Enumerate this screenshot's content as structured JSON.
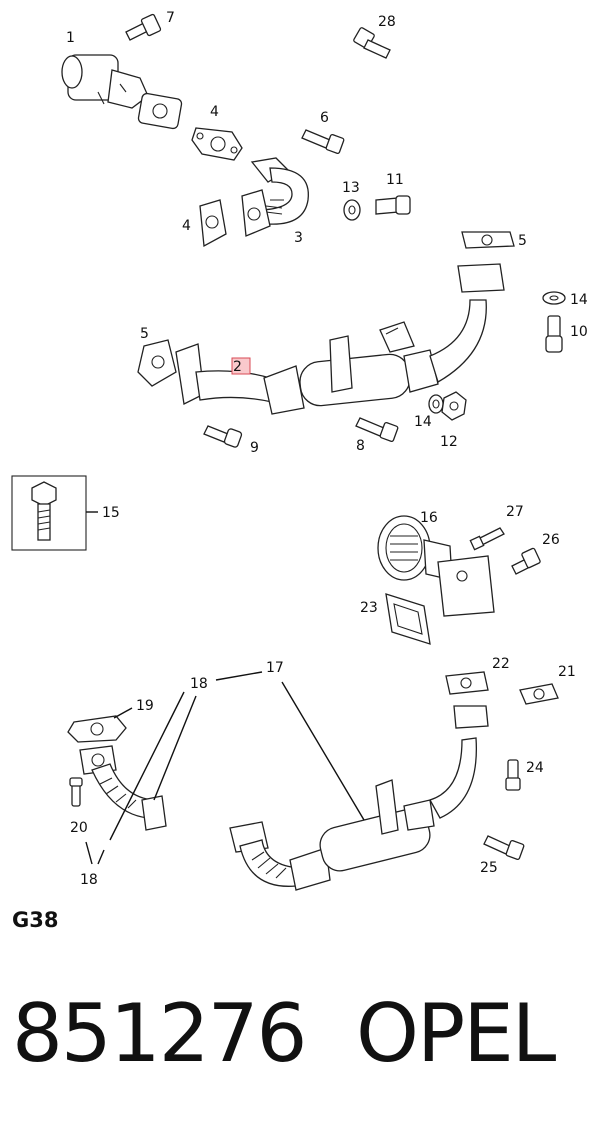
{
  "diagram": {
    "group_code": "G38",
    "part_number": "851276",
    "brand": "OPEL",
    "callouts": {
      "c1": "1",
      "c2": "2",
      "c3": "3",
      "c4a": "4",
      "c4b": "4",
      "c5a": "5",
      "c5b": "5",
      "c6": "6",
      "c7": "7",
      "c8": "8",
      "c9": "9",
      "c10": "10",
      "c11": "11",
      "c12": "12",
      "c13": "13",
      "c14a": "14",
      "c14b": "14",
      "c15": "15",
      "c16": "16",
      "c17": "17",
      "c18a": "18",
      "c18b": "18",
      "c19": "19",
      "c20": "20",
      "c21": "21",
      "c22": "22",
      "c23": "23",
      "c24": "24",
      "c25": "25",
      "c26": "26",
      "c27": "27",
      "c28": "28"
    },
    "highlight_color": "#f9c9cc"
  }
}
